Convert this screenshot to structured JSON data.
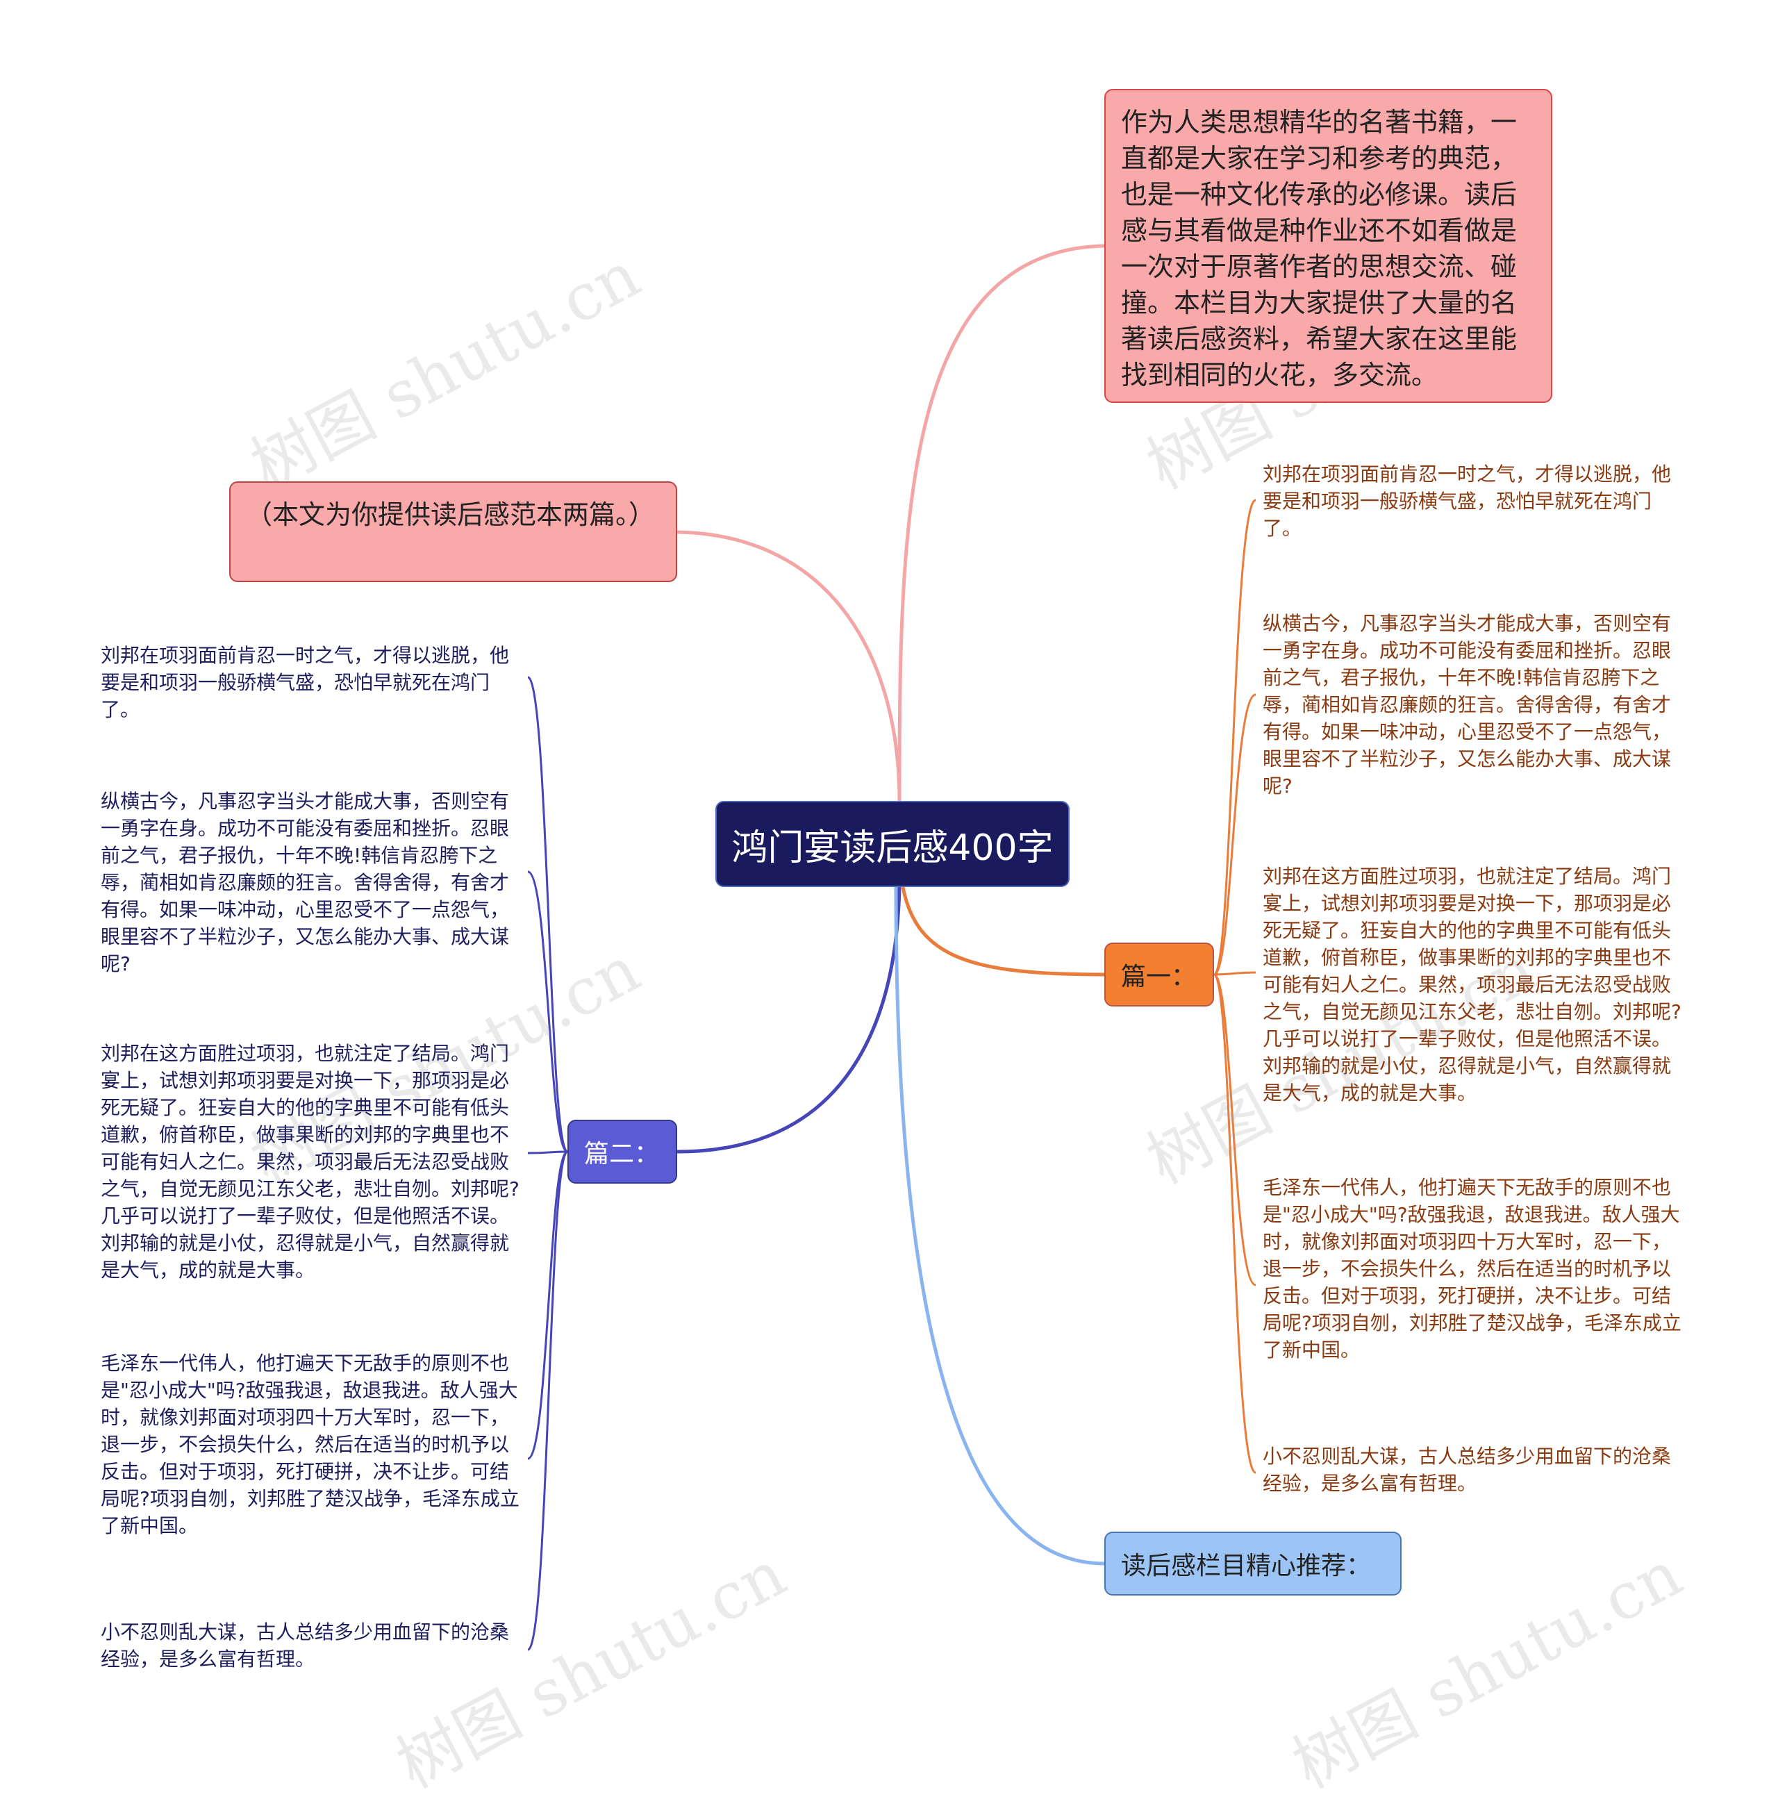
{
  "center": {
    "title": "鸿门宴读后感400字"
  },
  "intro": {
    "text": "作为人类思想精华的名著书籍，一直都是大家在学习和参考的典范，也是一种文化传承的必修课。读后感与其看做是种作业还不如看做是一次对于原著作者的思想交流、碰撞。本栏目为大家提供了大量的名著读后感资料，希望大家在这里能找到相同的火花，多交流。"
  },
  "note": {
    "text": "（本文为你提供读后感范本两篇。）"
  },
  "part1": {
    "label": "篇一：",
    "items": [
      "刘邦在项羽面前肯忍一时之气，才得以逃脱，他要是和项羽一般骄横气盛，恐怕早就死在鸿门了。",
      "纵横古今，凡事忍字当头才能成大事，否则空有一勇字在身。成功不可能没有委屈和挫折。忍眼前之气，君子报仇，十年不晚!韩信肯忍胯下之辱，蔺相如肯忍廉颇的狂言。舍得舍得，有舍才有得。如果一味冲动，心里忍受不了一点怨气，眼里容不了半粒沙子，又怎么能办大事、成大谋呢?",
      "刘邦在这方面胜过项羽，也就注定了结局。鸿门宴上，试想刘邦项羽要是对换一下，那项羽是必死无疑了。狂妄自大的他的字典里不可能有低头道歉，俯首称臣，做事果断的刘邦的字典里也不可能有妇人之仁。果然，项羽最后无法忍受战败之气，自觉无颜见江东父老，悲壮自刎。刘邦呢?几乎可以说打了一辈子败仗，但是他照活不误。刘邦输的就是小仗，忍得就是小气，自然赢得就是大气，成的就是大事。",
      "毛泽东一代伟人，他打遍天下无敌手的原则不也是\"忍小成大\"吗?敌强我退，敌退我进。敌人强大时，就像刘邦面对项羽四十万大军时，忍一下，退一步，不会损失什么，然后在适当的时机予以反击。但对于项羽，死打硬拼，决不让步。可结局呢?项羽自刎，刘邦胜了楚汉战争，毛泽东成立了新中国。",
      "小不忍则乱大谋，古人总结多少用血留下的沧桑经验，是多么富有哲理。"
    ]
  },
  "part2": {
    "label": "篇二：",
    "items": [
      "刘邦在项羽面前肯忍一时之气，才得以逃脱，他要是和项羽一般骄横气盛，恐怕早就死在鸿门了。",
      "纵横古今，凡事忍字当头才能成大事，否则空有一勇字在身。成功不可能没有委屈和挫折。忍眼前之气，君子报仇，十年不晚!韩信肯忍胯下之辱，蔺相如肯忍廉颇的狂言。舍得舍得，有舍才有得。如果一味冲动，心里忍受不了一点怨气，眼里容不了半粒沙子，又怎么能办大事、成大谋呢?",
      "刘邦在这方面胜过项羽，也就注定了结局。鸿门宴上，试想刘邦项羽要是对换一下，那项羽是必死无疑了。狂妄自大的他的字典里不可能有低头道歉，俯首称臣，做事果断的刘邦的字典里也不可能有妇人之仁。果然，项羽最后无法忍受战败之气，自觉无颜见江东父老，悲壮自刎。刘邦呢?几乎可以说打了一辈子败仗，但是他照活不误。刘邦输的就是小仗，忍得就是小气，自然赢得就是大气，成的就是大事。",
      "毛泽东一代伟人，他打遍天下无敌手的原则不也是\"忍小成大\"吗?敌强我退，敌退我进。敌人强大时，就像刘邦面对项羽四十万大军时，忍一下，退一步，不会损失什么，然后在适当的时机予以反击。但对于项羽，死打硬拼，决不让步。可结局呢?项羽自刎，刘邦胜了楚汉战争，毛泽东成立了新中国。",
      "小不忍则乱大谋，古人总结多少用血留下的沧桑经验，是多么富有哲理。"
    ]
  },
  "recommend": {
    "label": "读后感栏目精心推荐："
  },
  "watermark": "树图 shutu.cn",
  "colors": {
    "intro_link": "#f4a6a6",
    "note_link": "#f4a6a6",
    "part1_link": "#e97c3a",
    "part2_link": "#4646b8",
    "recommend_link": "#8ab4ef"
  }
}
